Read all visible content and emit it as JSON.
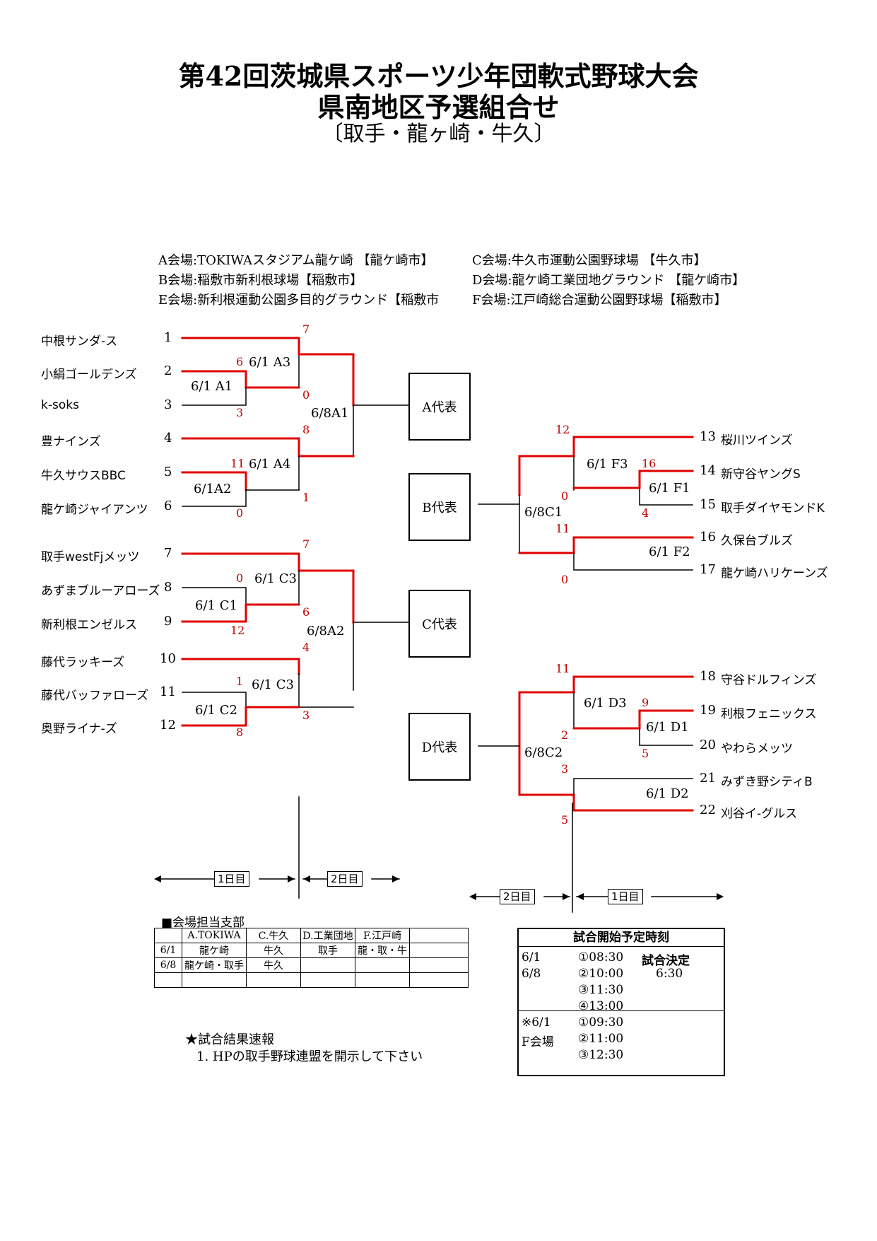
{
  "title": {
    "line1": "第42回茨城県スポーツ少年団軟式野球大会",
    "line2": "県南地区予選組合せ",
    "line3": "〔取手・龍ヶ崎・牛久〕"
  },
  "venues": {
    "a": "A会場:TOKIWAスタジアム龍ケ崎 【龍ケ崎市】",
    "c": "C会場:牛久市運動公園野球場 【牛久市】",
    "b": "B会場:稲敷市新利根球場【稲敷市】",
    "d": "D会場:龍ケ崎工業団地グラウンド 【龍ケ崎市】",
    "e": "E会場:新利根運動公園多目的グラウンド【稲敷市",
    "f": "F会場:江戸崎総合運動公園野球場【稲敷市】"
  },
  "teams": [
    {
      "seed": "1",
      "name": "中根サンダ-ス"
    },
    {
      "seed": "2",
      "name": "小絹ゴールデンズ"
    },
    {
      "seed": "3",
      "name": "k-soks"
    },
    {
      "seed": "4",
      "name": "豊ナインズ"
    },
    {
      "seed": "5",
      "name": "牛久サウスBBC"
    },
    {
      "seed": "6",
      "name": "龍ケ崎ジャイアンツ"
    },
    {
      "seed": "7",
      "name": "取手westFjメッツ"
    },
    {
      "seed": "8",
      "name": "あずまブルーアローズ"
    },
    {
      "seed": "9",
      "name": "新利根エンゼルス"
    },
    {
      "seed": "10",
      "name": "藤代ラッキーズ"
    },
    {
      "seed": "11",
      "name": "藤代バッファローズ"
    },
    {
      "seed": "12",
      "name": "奥野ライナ-ズ"
    },
    {
      "seed": "13",
      "name": "桜川ツインズ"
    },
    {
      "seed": "14",
      "name": "新守谷ヤングS"
    },
    {
      "seed": "15",
      "name": "取手ダイヤモンドK"
    },
    {
      "seed": "16",
      "name": "久保台ブルズ"
    },
    {
      "seed": "17",
      "name": "龍ケ崎ハリケーンズ"
    },
    {
      "seed": "18",
      "name": "守谷ドルフィンズ"
    },
    {
      "seed": "19",
      "name": "利根フェニックス"
    },
    {
      "seed": "20",
      "name": "やわらメッツ"
    },
    {
      "seed": "21",
      "name": "みずき野シティB"
    },
    {
      "seed": "22",
      "name": "刈谷イ-グルス"
    }
  ],
  "matches": {
    "a1": "6/1 A1",
    "a3": "6/1 A3",
    "a2": "6/1A2",
    "a4": "6/1 A4",
    "s8a1": "6/8A1",
    "c1": "6/1 C1",
    "c3a": "6/1 C3",
    "c2": "6/1 C2",
    "c3b": "6/1 C3",
    "s8a2": "6/8A2",
    "f1": "6/1 F1",
    "f3": "6/1 F3",
    "f2": "6/1 F2",
    "s8c1": "6/8C1",
    "d1": "6/1 D1",
    "d3": "6/1 D3",
    "d2": "6/1 D2",
    "s8c2": "6/8C2"
  },
  "scores": {
    "a_top": "7",
    "a1_w": "6",
    "a1_l": "3",
    "a3_l": "0",
    "a4_w": "8",
    "a2_w": "11",
    "a2_l": "0",
    "a4_l": "1",
    "c_top": "7",
    "c1_l": "0",
    "c1_w": "12",
    "c3_l": "6",
    "c4_w": "4",
    "c2_w": "1",
    "c2_l": "8",
    "c4_l": "3",
    "b_top": "12",
    "f1_w": "16",
    "f1_l": "4",
    "f3_l": "0",
    "f2_w": "11",
    "f2_l": "0",
    "d_top": "11",
    "d1_w": "9",
    "d1_l": "5",
    "d3_l": "2",
    "d2_l": "3",
    "d2_w": "5"
  },
  "representatives": {
    "a": "A代表",
    "b": "B代表",
    "c": "C代表",
    "d": "D代表"
  },
  "days": {
    "day1": "1日目",
    "day2": "2日目"
  },
  "venue_table": {
    "heading": "■会場担当支部",
    "header": [
      "",
      "A.TOKIWA",
      "C.牛久",
      "D.工業団地",
      "F.江戸崎",
      ""
    ],
    "rows": [
      [
        "6/1",
        "龍ケ崎",
        "牛久",
        "取手",
        "龍・取・牛",
        ""
      ],
      [
        "6/8",
        "龍ケ崎・取手",
        "牛久",
        "",
        "",
        ""
      ],
      [
        "",
        "",
        "",
        "",
        "",
        ""
      ]
    ]
  },
  "notice": {
    "heading": "★試合結果速報",
    "item": "1. HPの取手野球連盟を開示して下さい"
  },
  "schedule": {
    "heading": "試合開始予定時刻",
    "date1": "6/1",
    "date2": "6/8",
    "times": [
      "①08:30",
      "②10:00",
      "③11:30",
      "④13:00"
    ],
    "decision_label": "試合決定",
    "decision_time": "6:30",
    "note_date": "※6/1",
    "note_venue": "F会場",
    "note_times": [
      "①09:30",
      "②11:00",
      "③12:30"
    ]
  },
  "colors": {
    "winner_line": "#e00000",
    "score_text": "#c00000"
  }
}
